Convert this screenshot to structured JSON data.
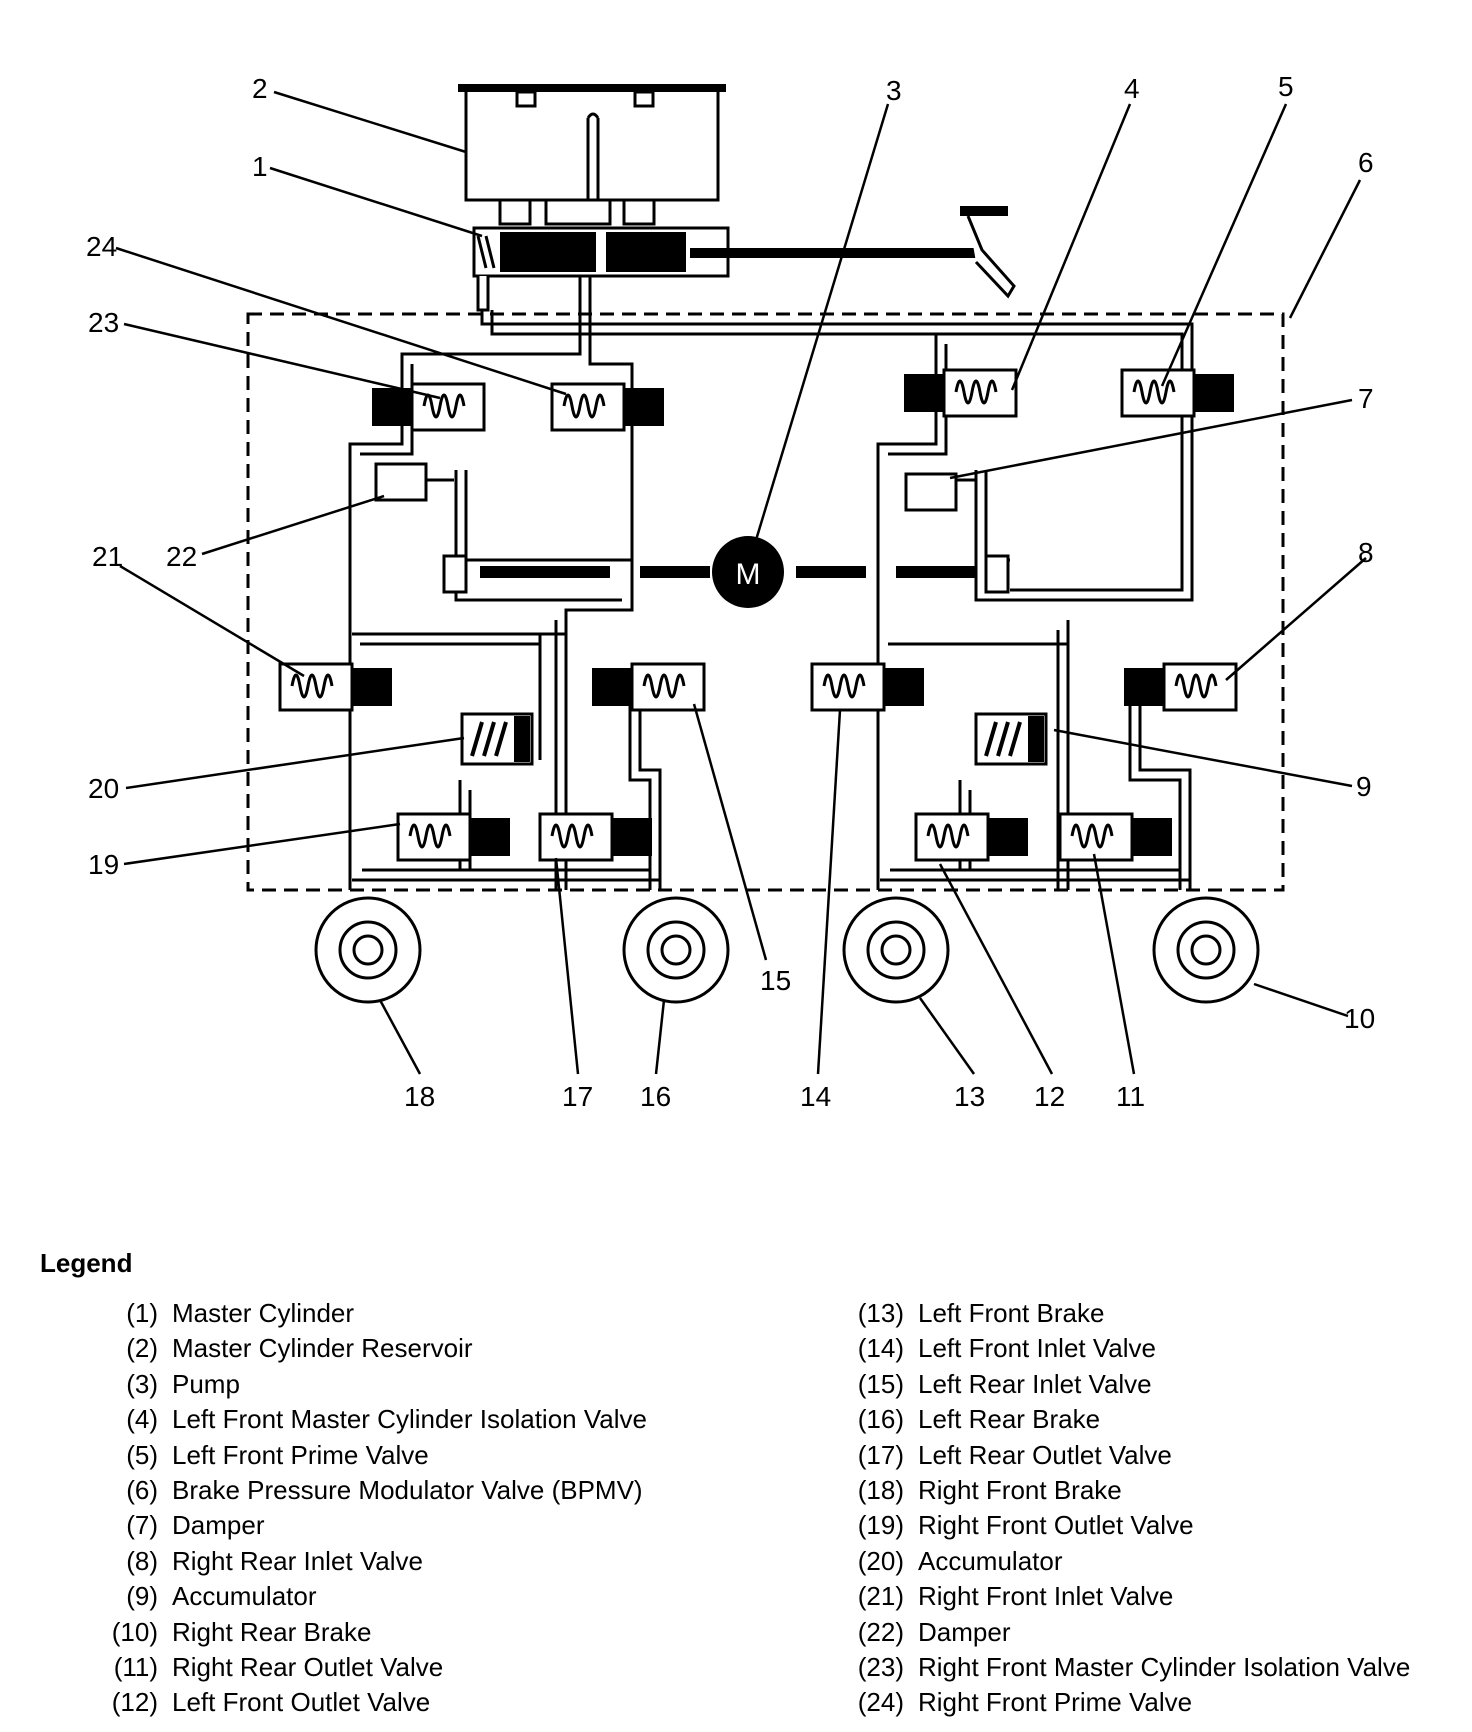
{
  "callouts": {
    "c1": "1",
    "c2": "2",
    "c3": "3",
    "c4": "4",
    "c5": "5",
    "c6": "6",
    "c7": "7",
    "c8": "8",
    "c9": "9",
    "c10": "10",
    "c11": "11",
    "c12": "12",
    "c13": "13",
    "c14": "14",
    "c15": "15",
    "c16": "16",
    "c17": "17",
    "c18": "18",
    "c19": "19",
    "c20": "20",
    "c21": "21",
    "c22": "22",
    "c23": "23",
    "c24": "24",
    "pump_symbol": "M"
  },
  "legend": {
    "title": "Legend",
    "items": [
      {
        "num": "(1)",
        "label": "Master Cylinder"
      },
      {
        "num": "(2)",
        "label": "Master Cylinder Reservoir"
      },
      {
        "num": "(3)",
        "label": "Pump"
      },
      {
        "num": "(4)",
        "label": "Left Front Master Cylinder Isolation Valve"
      },
      {
        "num": "(5)",
        "label": "Left Front Prime Valve"
      },
      {
        "num": "(6)",
        "label": "Brake Pressure Modulator Valve (BPMV)"
      },
      {
        "num": "(7)",
        "label": "Damper"
      },
      {
        "num": "(8)",
        "label": "Right Rear Inlet Valve"
      },
      {
        "num": "(9)",
        "label": "Accumulator"
      },
      {
        "num": "(10)",
        "label": "Right Rear Brake"
      },
      {
        "num": "(11)",
        "label": "Right Rear Outlet Valve"
      },
      {
        "num": "(12)",
        "label": "Left Front Outlet Valve"
      },
      {
        "num": "(13)",
        "label": "Left Front Brake"
      },
      {
        "num": "(14)",
        "label": "Left Front Inlet Valve"
      },
      {
        "num": "(15)",
        "label": "Left Rear Inlet Valve"
      },
      {
        "num": "(16)",
        "label": "Left Rear Brake"
      },
      {
        "num": "(17)",
        "label": "Left Rear Outlet Valve"
      },
      {
        "num": "(18)",
        "label": "Right Front Brake"
      },
      {
        "num": "(19)",
        "label": "Right Front Outlet Valve"
      },
      {
        "num": "(20)",
        "label": "Accumulator"
      },
      {
        "num": "(21)",
        "label": "Right Front Inlet Valve"
      },
      {
        "num": "(22)",
        "label": "Damper"
      },
      {
        "num": "(23)",
        "label": "Right Front Master Cylinder Isolation Valve"
      },
      {
        "num": "(24)",
        "label": "Right Front Prime Valve"
      }
    ]
  }
}
